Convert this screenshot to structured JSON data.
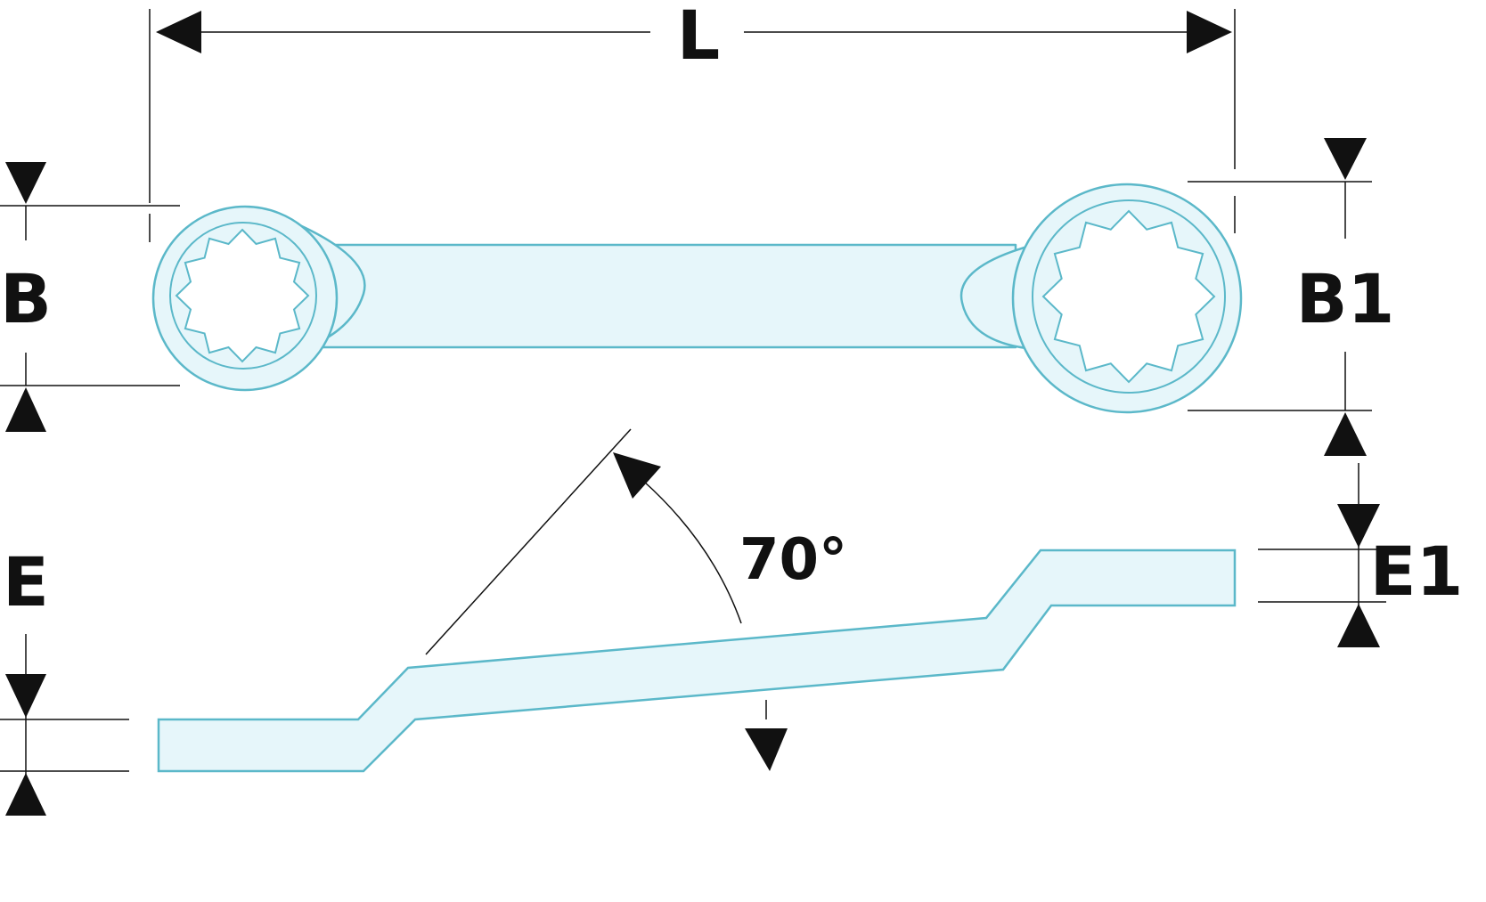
{
  "labels": {
    "overall_length": "L",
    "head_width_left": "B",
    "head_width_right": "B1",
    "thickness_left": "E",
    "thickness_right": "E1",
    "offset_angle": "70°"
  },
  "colors": {
    "wrench_fill": "#e6f6fa",
    "wrench_outline": "#5bb8c9",
    "dimension_lines": "#111111",
    "background": "#ffffff"
  },
  "wrench": {
    "type": "double-ended 12-point ring wrench, deep offset",
    "ring_points": 12
  }
}
